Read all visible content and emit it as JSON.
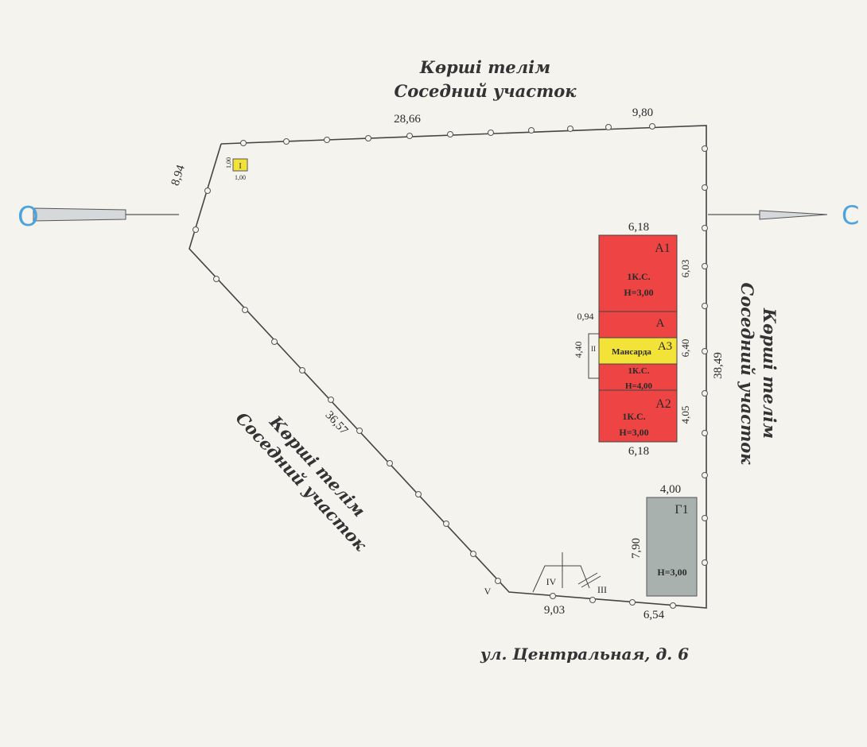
{
  "compass": {
    "west": "О",
    "east": "С"
  },
  "neighbors": {
    "north": {
      "kazakh": "Көрші телім",
      "russian": "Соседний участок"
    },
    "east": {
      "kazakh": "Көрші телім",
      "russian": "Соседний участок"
    },
    "southwest": {
      "kazakh": "Көрші телім",
      "russian": "Соседний участок"
    }
  },
  "address": "ул. Центральная, д. 6",
  "boundary_dims": {
    "north_long": "28,66",
    "north_short": "9,80",
    "west": "8,94",
    "southwest": "36,57",
    "east": "38,49",
    "south_left": "9,03",
    "south_right": "6,54"
  },
  "markers": {
    "III": "III",
    "IV": "IV",
    "V": "V"
  },
  "small_building": {
    "label": "I",
    "dim_w": "1,00",
    "dim_h": "1,00"
  },
  "house": {
    "top_width": "6,18",
    "bottom_width": "6,18",
    "a1": {
      "name": "А1",
      "floors": "1К.С.",
      "height": "Н=3,00",
      "side": "6,03"
    },
    "a": {
      "name": "А",
      "left_dim": "0,94"
    },
    "a3": {
      "name": "А3",
      "mansard": "Мансарда",
      "floors": "1К.С.",
      "height": "Н=4,00",
      "side": "6,40"
    },
    "porch": {
      "label": "II",
      "dim": "4,40"
    },
    "a2": {
      "name": "А2",
      "floors": "1К.С.",
      "height": "Н=3,00",
      "side": "4,05"
    }
  },
  "garage": {
    "name": "Г1",
    "width": "4,00",
    "length": "7,90",
    "height": "Н=3,00"
  },
  "colors": {
    "living": "#ee4444",
    "mansard": "#f3e338",
    "garage": "#a8b1ae",
    "compass": "#4fa3dc",
    "line": "#444444"
  }
}
